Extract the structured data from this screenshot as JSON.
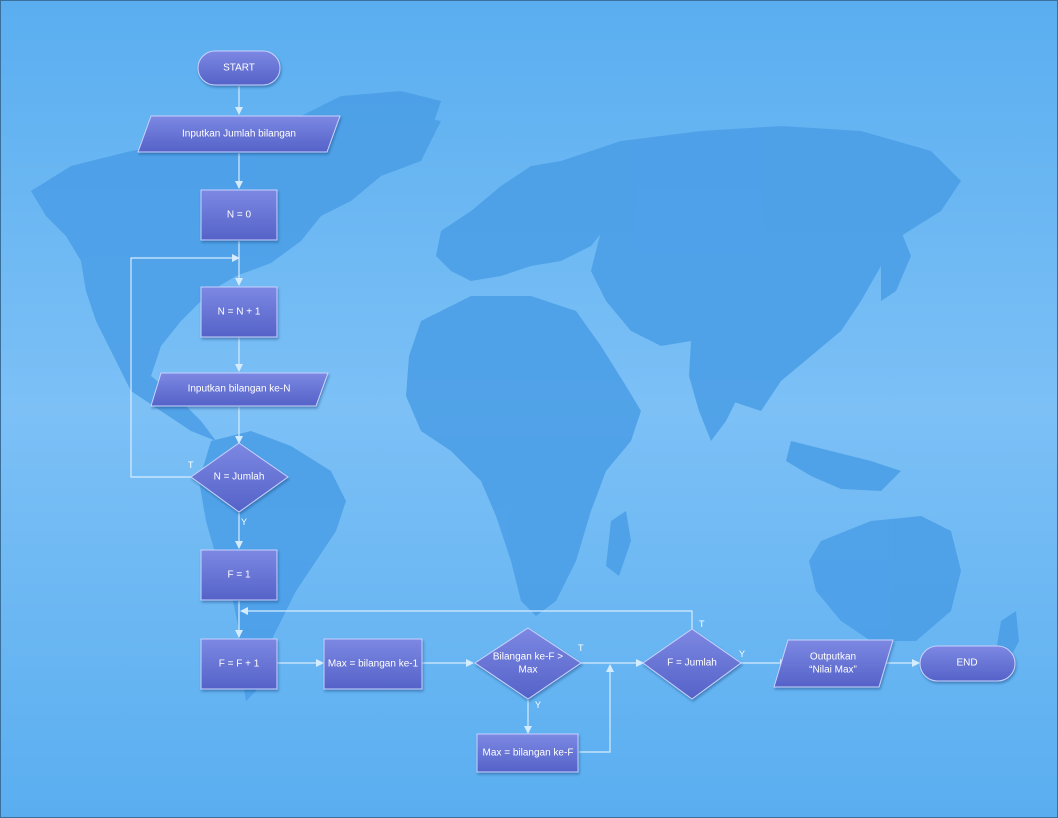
{
  "colors": {
    "background": "#6ab8f4",
    "map": "#4a9ee6",
    "node_fill_top": "#7a86e0",
    "node_fill_bottom": "#5560c8",
    "connector": "#d5ecff"
  },
  "background_icon": "world-map",
  "nodes": {
    "start": "START",
    "input_count": "Inputkan Jumlah bilangan",
    "n_zero": "N = 0",
    "n_increment": "N = N + 1",
    "input_number": "Inputkan bilangan ke-N",
    "check_n": "N = Jumlah",
    "f_one": "F = 1",
    "f_increment": "F = F + 1",
    "max_first": "Max = bilangan ke-1",
    "compare_line1": "Bilangan ke-F >",
    "compare_line2": "Max",
    "check_f": "F = Jumlah",
    "max_update": "Max = bilangan ke-F",
    "output_line1": "Outputkan",
    "output_line2": "“Nilai Max”",
    "end": "END"
  },
  "edge_labels": {
    "check_n_false": "T",
    "check_n_true": "Y",
    "compare_false": "T",
    "compare_true": "Y",
    "check_f_false": "T",
    "check_f_true": "Y"
  }
}
